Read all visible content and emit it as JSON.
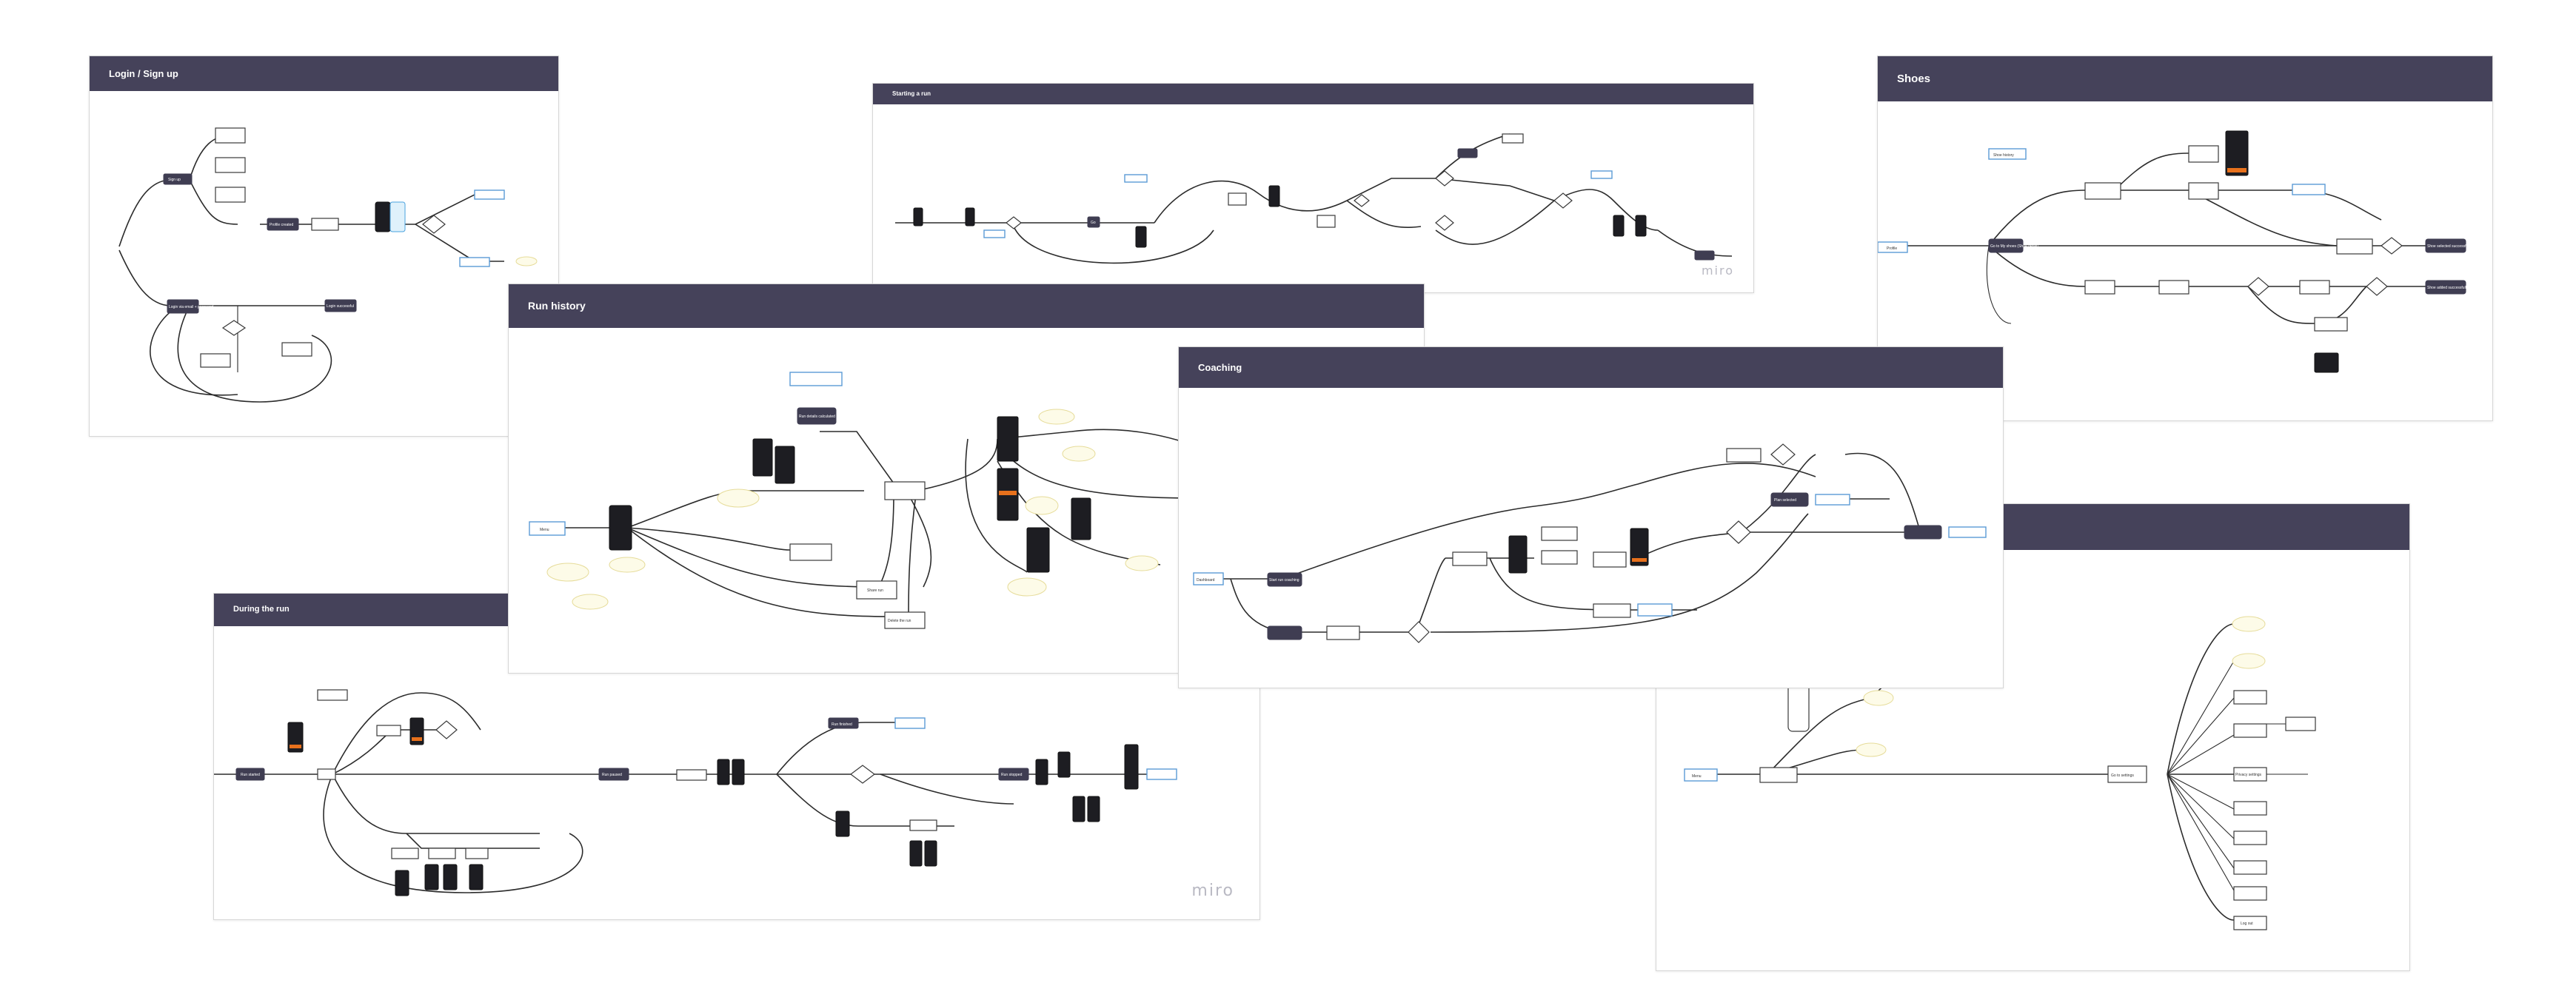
{
  "boards": {
    "login": {
      "title": "Login / Sign up"
    },
    "starting": {
      "title": "Starting a run",
      "watermark": "miro"
    },
    "shoes": {
      "title": "Shoes"
    },
    "history": {
      "title": "Run history"
    },
    "coaching": {
      "title": "Coaching"
    },
    "during": {
      "title": "During the run",
      "watermark": "miro"
    }
  },
  "nodes": {
    "login": {
      "signup": "Sign up",
      "profile": "Profile created",
      "login": "Login successful",
      "login_acc": "Login via email + password"
    },
    "starting": {
      "go": "Go"
    },
    "shoes": {
      "profile": "Profile",
      "go_shoes": "Go to My shoes (Shoe detail)",
      "shoe_selected": "Shoe selected successfully",
      "shoe_added": "Shoe added successfully",
      "shoe_history": "Shoe history"
    },
    "history": {
      "menu": "Menu",
      "run_details": "Run details calculated",
      "share": "Share run",
      "delete": "Delete the run"
    },
    "coaching": {
      "dashboard": "Dashboard",
      "start_coaching": "Start run coaching",
      "plan_selected": "Plan selected"
    },
    "during": {
      "run_started": "Run started",
      "run_paused": "Run paused",
      "run_finished": "Run finished",
      "run_stopped": "Run stopped"
    },
    "settings": {
      "menu": "Menu",
      "go_settings": "Go to settings",
      "privacy": "Privacy settings",
      "logout": "Log out"
    }
  },
  "colors": {
    "header": "#45425a",
    "dark_node": "#3f3d52",
    "blue_node": "#5b9bd5",
    "note": "#fdfbe8",
    "phone_accent": "#e8711c"
  }
}
